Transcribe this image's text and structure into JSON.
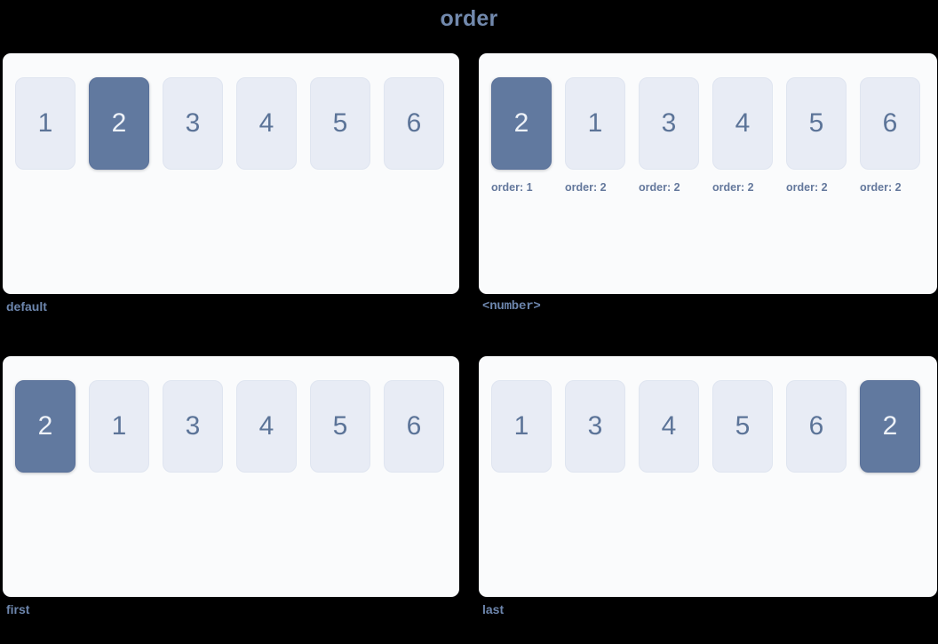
{
  "title": "order",
  "colors": {
    "page_background": "#000000",
    "panel_background": "#fafbfc",
    "item_background": "#e8ecf5",
    "item_text": "#5c7498",
    "highlight_background": "#61799f",
    "highlight_text": "#eef2f8",
    "title_text": "#7289ad",
    "caption_text": "#6d86ad",
    "order_label_text": "#64789c"
  },
  "panels": [
    {
      "caption": "default",
      "caption_mono": false,
      "items": [
        {
          "label": "1",
          "highlight": false,
          "order_label": ""
        },
        {
          "label": "2",
          "highlight": true,
          "order_label": ""
        },
        {
          "label": "3",
          "highlight": false,
          "order_label": ""
        },
        {
          "label": "4",
          "highlight": false,
          "order_label": ""
        },
        {
          "label": "5",
          "highlight": false,
          "order_label": ""
        },
        {
          "label": "6",
          "highlight": false,
          "order_label": ""
        }
      ]
    },
    {
      "caption": "<number>",
      "caption_mono": true,
      "items": [
        {
          "label": "2",
          "highlight": true,
          "order_label": "order: 1"
        },
        {
          "label": "1",
          "highlight": false,
          "order_label": "order: 2"
        },
        {
          "label": "3",
          "highlight": false,
          "order_label": "order: 2"
        },
        {
          "label": "4",
          "highlight": false,
          "order_label": "order: 2"
        },
        {
          "label": "5",
          "highlight": false,
          "order_label": "order: 2"
        },
        {
          "label": "6",
          "highlight": false,
          "order_label": "order: 2"
        }
      ]
    },
    {
      "caption": "first",
      "caption_mono": false,
      "items": [
        {
          "label": "2",
          "highlight": true,
          "order_label": ""
        },
        {
          "label": "1",
          "highlight": false,
          "order_label": ""
        },
        {
          "label": "3",
          "highlight": false,
          "order_label": ""
        },
        {
          "label": "4",
          "highlight": false,
          "order_label": ""
        },
        {
          "label": "5",
          "highlight": false,
          "order_label": ""
        },
        {
          "label": "6",
          "highlight": false,
          "order_label": ""
        }
      ]
    },
    {
      "caption": "last",
      "caption_mono": false,
      "items": [
        {
          "label": "1",
          "highlight": false,
          "order_label": ""
        },
        {
          "label": "3",
          "highlight": false,
          "order_label": ""
        },
        {
          "label": "4",
          "highlight": false,
          "order_label": ""
        },
        {
          "label": "5",
          "highlight": false,
          "order_label": ""
        },
        {
          "label": "6",
          "highlight": false,
          "order_label": ""
        },
        {
          "label": "2",
          "highlight": true,
          "order_label": ""
        }
      ]
    }
  ]
}
